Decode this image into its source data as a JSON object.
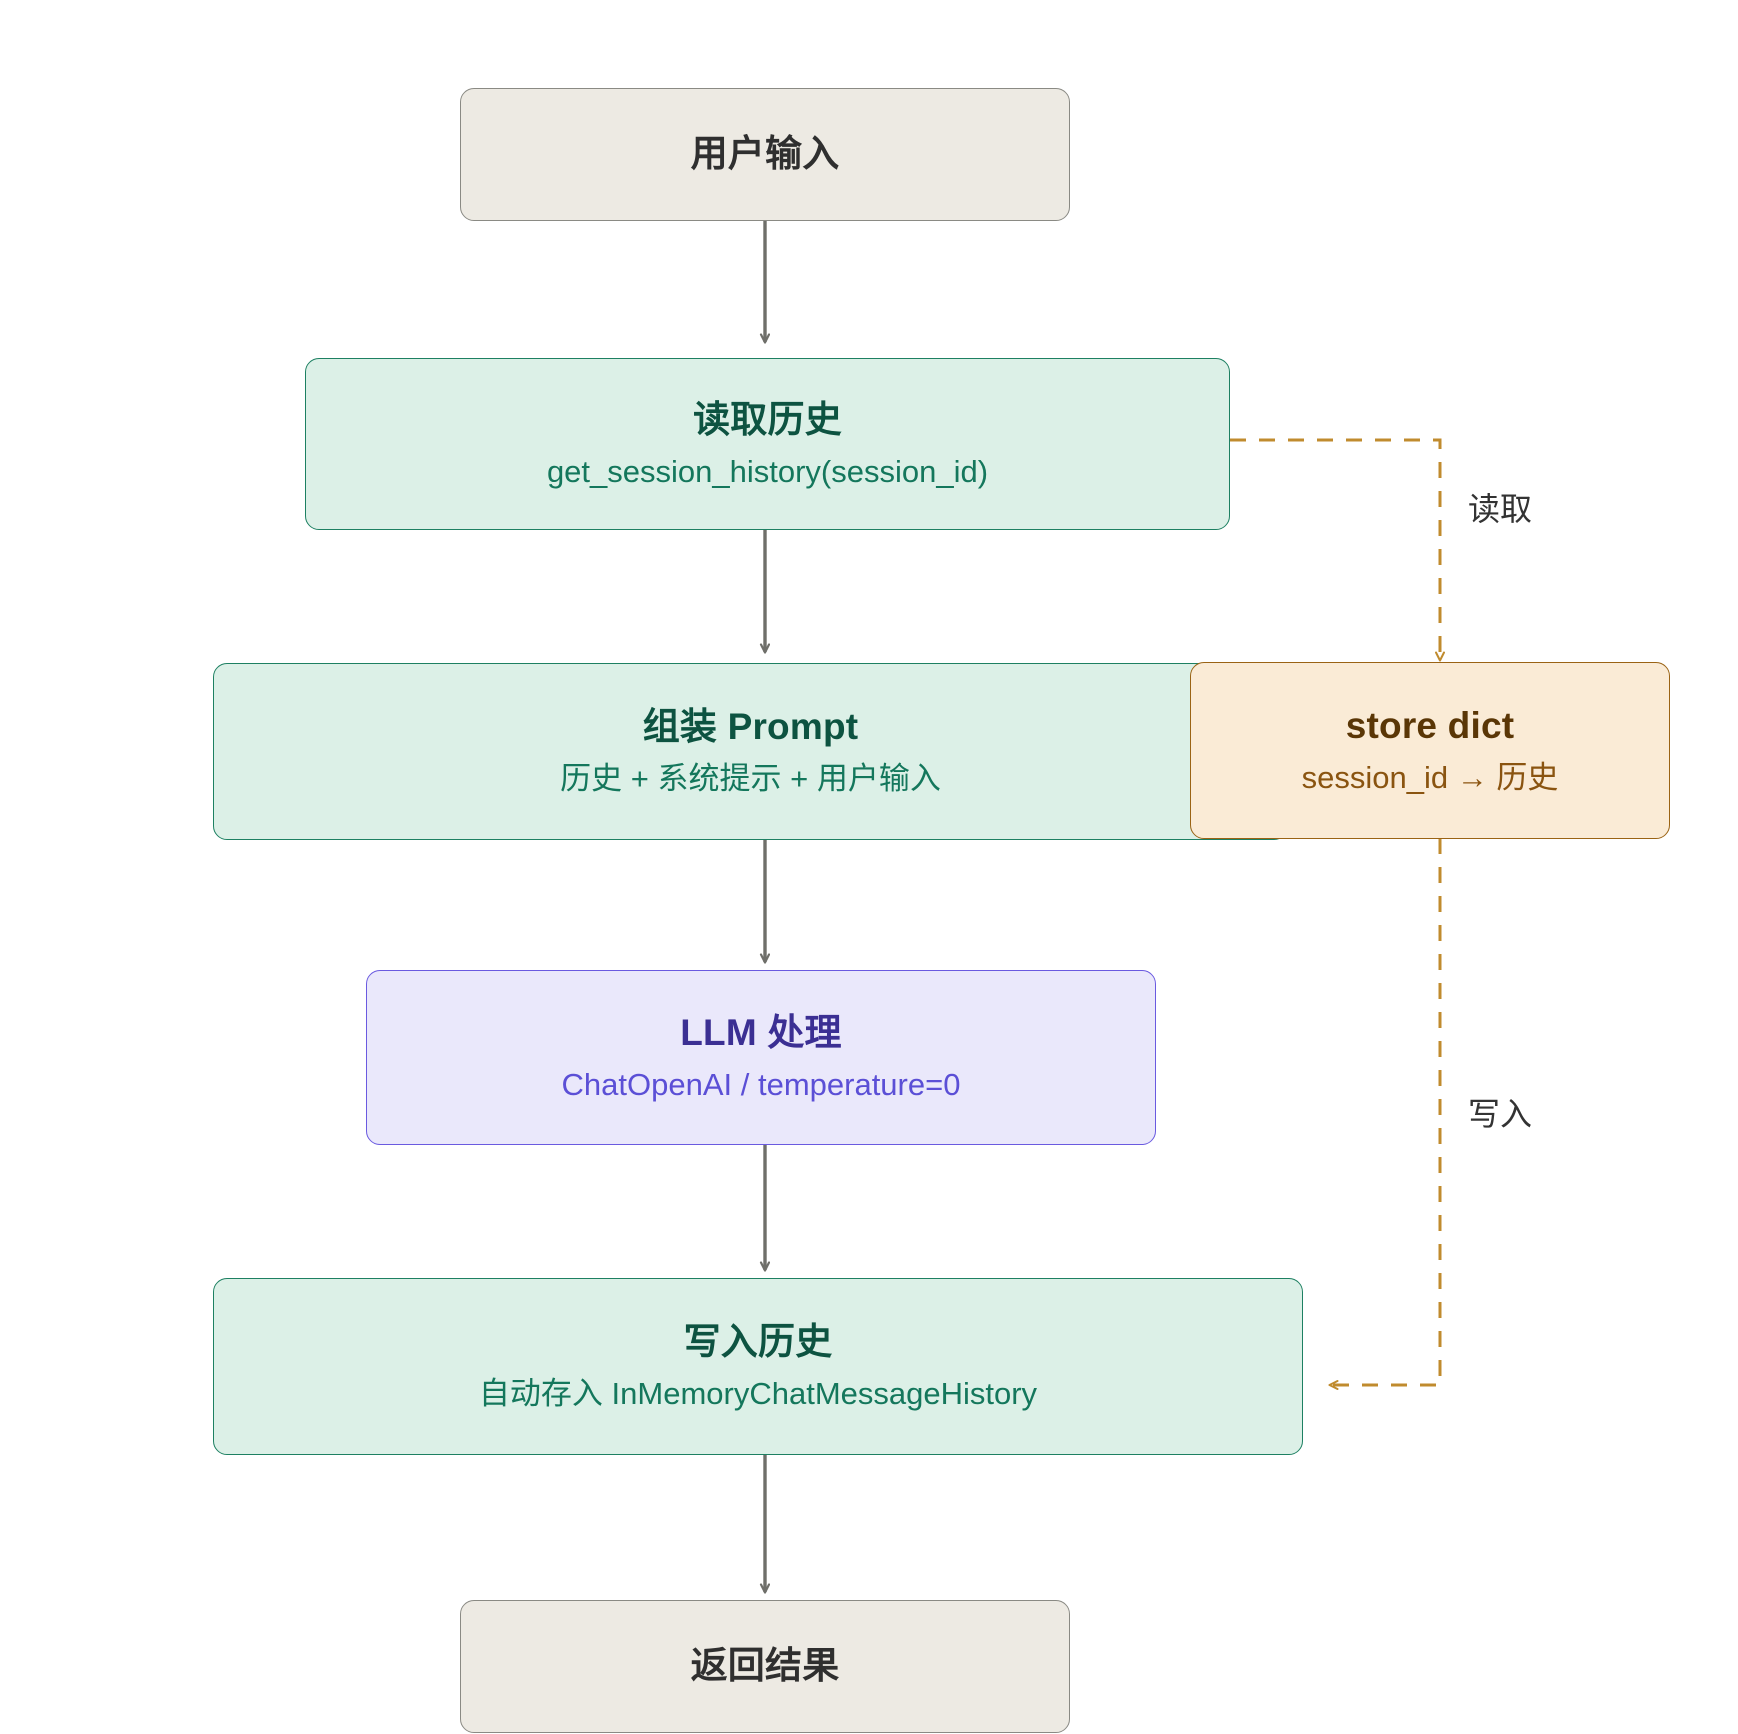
{
  "diagram": {
    "type": "flowchart",
    "direction": "top-to-bottom",
    "background": "#ffffff",
    "nodes": [
      {
        "id": "user-input",
        "title": "用户输入",
        "subtitle": "",
        "style": "neutral",
        "fill": "#edeae3",
        "stroke": "#8a8a84",
        "text_color": "#2f2f2f"
      },
      {
        "id": "read-history",
        "title": "读取历史",
        "subtitle": "get_session_history(session_id)",
        "style": "green",
        "fill": "#dcf0e7",
        "stroke": "#1d8062",
        "text_color": "#0d5341"
      },
      {
        "id": "build-prompt",
        "title": "组装 Prompt",
        "subtitle": "历史 + 系统提示 + 用户输入",
        "style": "green",
        "fill": "#dcf0e7",
        "stroke": "#1d8062",
        "text_color": "#0d5341"
      },
      {
        "id": "store-dict",
        "title": "store dict",
        "subtitle": "session_id → 历史",
        "style": "orange",
        "fill": "#faebd6",
        "stroke": "#9a6314",
        "text_color": "#5a3606"
      },
      {
        "id": "llm-process",
        "title": "LLM 处理",
        "subtitle": "ChatOpenAI / temperature=0",
        "style": "purple",
        "fill": "#eae8fb",
        "stroke": "#6a5ae0",
        "text_color": "#3b2f93"
      },
      {
        "id": "write-history",
        "title": "写入历史",
        "subtitle": "自动存入 InMemoryChatMessageHistory",
        "style": "green",
        "fill": "#dcf0e7",
        "stroke": "#1d8062",
        "text_color": "#0d5341"
      },
      {
        "id": "return-result",
        "title": "返回结果",
        "subtitle": "",
        "style": "neutral",
        "fill": "#edeae3",
        "stroke": "#8a8a84",
        "text_color": "#2f2f2f"
      }
    ],
    "edges": [
      {
        "id": "e1",
        "from": "user-input",
        "to": "read-history",
        "label": "",
        "style": "solid",
        "color": "#6f6f6a"
      },
      {
        "id": "e2",
        "from": "read-history",
        "to": "build-prompt",
        "label": "",
        "style": "solid",
        "color": "#6f6f6a"
      },
      {
        "id": "e3",
        "from": "build-prompt",
        "to": "llm-process",
        "label": "",
        "style": "solid",
        "color": "#6f6f6a"
      },
      {
        "id": "e4",
        "from": "llm-process",
        "to": "write-history",
        "label": "",
        "style": "solid",
        "color": "#6f6f6a"
      },
      {
        "id": "e5",
        "from": "write-history",
        "to": "return-result",
        "label": "",
        "style": "solid",
        "color": "#6f6f6a"
      },
      {
        "id": "e6",
        "from": "read-history",
        "to": "store-dict",
        "label": "读取",
        "style": "dashed",
        "color": "#c08b2e"
      },
      {
        "id": "e7",
        "from": "store-dict",
        "to": "write-history",
        "label": "写入",
        "style": "dashed",
        "color": "#c08b2e"
      }
    ],
    "edge_labels": {
      "read": "读取",
      "write": "写入"
    }
  }
}
